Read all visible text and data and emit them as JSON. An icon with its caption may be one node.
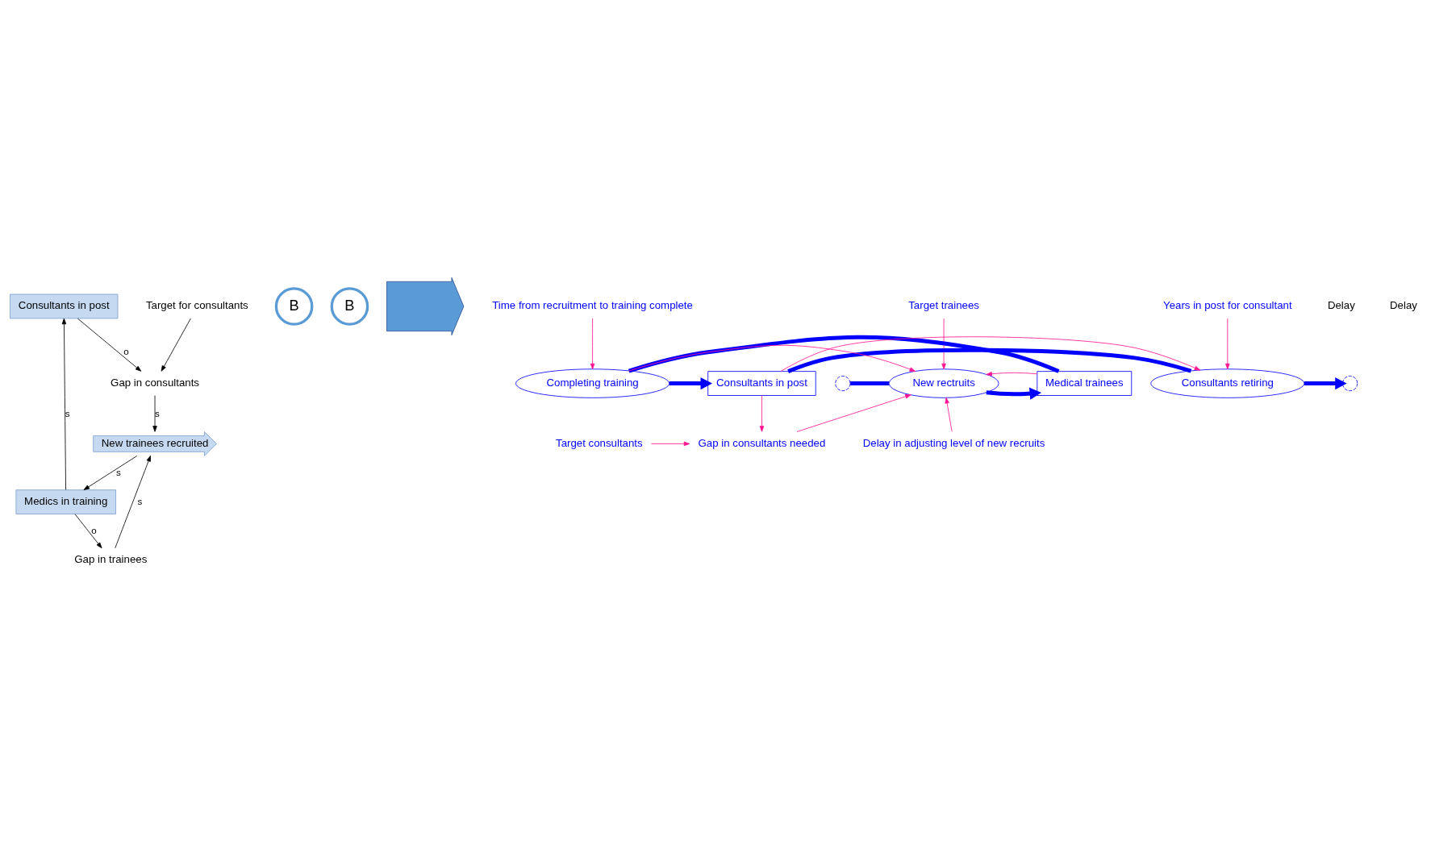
{
  "diagram": {
    "nodes": [
      {
        "text": [
          "Consultants in post"
        ]
      },
      {
        "text": [
          "Target for consultants"
        ]
      },
      {
        "text": [
          "Gap in consultants"
        ]
      },
      {
        "text": [
          "Medics in training"
        ]
      },
      {
        "text": [
          "Gap in trainees"
        ]
      },
      {
        "text": [
          "New trainees recruited"
        ]
      },
      {
        "text": [
          "B"
        ]
      },
      {
        "text": [
          "B"
        ]
      },
      {
        "text": [],
        "shape": "arrow"
      },
      {
        "text": [
          "Time from recruitment to training complete"
        ]
      },
      {
        "text": [
          "Years in post for consultant"
        ]
      },
      {
        "text": [
          "Target trainees"
        ]
      },
      {
        "text": [
          "Medical trainees"
        ]
      },
      {
        "text": [
          "Consultants in post"
        ]
      },
      {
        "text": [],
        "shape": "cloud"
      },
      {
        "text": [
          "New rectruits"
        ]
      },
      {
        "text": [
          "Completing training"
        ]
      },
      {
        "text": [
          "Consultants retiring"
        ]
      },
      {
        "text": [],
        "shape": "cloud"
      },
      {
        "text": [
          "Gap in consultants needed"
        ]
      },
      {
        "text": [
          "Target consultants"
        ]
      },
      {
        "text": [
          "Delay in adjusting level of new recruits"
        ]
      }
    ],
    "edges": [
      {
        "from": 3,
        "to": 0,
        "arrow": "to",
        "label": "s",
        "color": "#000000"
      },
      {
        "from": 0,
        "to": 2,
        "arrow": "to",
        "label": "o",
        "color": "#000000"
      },
      {
        "from": 1,
        "to": 2,
        "arrow": "to",
        "color": "#000000"
      },
      {
        "from": 2,
        "to": 5,
        "arrow": "to",
        "label": "s",
        "color": "#000000"
      },
      {
        "from": 5,
        "to": 3,
        "arrow": "to",
        "label": "s",
        "color": "#000000"
      },
      {
        "from": 3,
        "to": 4,
        "arrow": "to",
        "label": "o",
        "color": "#000000"
      },
      {
        "from": 4,
        "to": 5,
        "arrow": "to",
        "label": "s",
        "color": "#000000"
      },
      {
        "from": 14,
        "to": 15,
        "arrow": "none",
        "style": "thick",
        "color": "#0000ff"
      },
      {
        "from": 15,
        "to": 12,
        "arrow": "to",
        "style": "thick",
        "color": "#0000ff"
      },
      {
        "from": 12,
        "to": 16,
        "arrow": "none",
        "style": "thick",
        "color": "#0000ff"
      },
      {
        "from": 16,
        "to": 13,
        "arrow": "to",
        "style": "thick",
        "color": "#0000ff"
      },
      {
        "from": 13,
        "to": 17,
        "arrow": "none",
        "style": "thick",
        "color": "#0000ff"
      },
      {
        "from": 17,
        "to": 18,
        "arrow": "to",
        "style": "thick",
        "color": "#0000ff"
      },
      {
        "from": 11,
        "to": 15,
        "arrow": "to"
      },
      {
        "from": 12,
        "to": 15,
        "arrow": "to"
      },
      {
        "from": 16,
        "to": 15,
        "arrow": "to"
      },
      {
        "from": 9,
        "to": 16,
        "arrow": "to"
      },
      {
        "from": 10,
        "to": 17,
        "arrow": "to"
      },
      {
        "from": 13,
        "to": 17,
        "arrow": "to"
      },
      {
        "from": 13,
        "to": 19,
        "arrow": "to"
      },
      {
        "from": 20,
        "to": 19,
        "arrow": "to"
      },
      {
        "from": 19,
        "to": 15,
        "arrow": "to"
      },
      {
        "from": 21,
        "to": 15,
        "arrow": "to"
      }
    ],
    "labels": [
      "Delay",
      "Delay"
    ]
  }
}
